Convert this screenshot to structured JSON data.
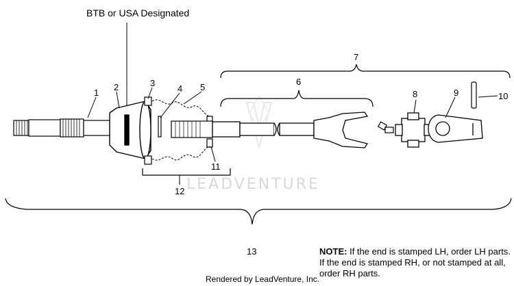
{
  "header": {
    "designation_label": "BTB or USA Designated"
  },
  "callouts": [
    "1",
    "2",
    "3",
    "4",
    "5",
    "6",
    "7",
    "8",
    "9",
    "10",
    "11",
    "12",
    "13"
  ],
  "watermark": {
    "text": "LEADVENTURE"
  },
  "note": {
    "heading": "NOTE:",
    "body": "If the end is stamped LH, order LH parts.  If the end is stamped RH, or not stamped at all, order RH parts."
  },
  "footer": {
    "text": "Rendered by LeadVenture, Inc."
  }
}
